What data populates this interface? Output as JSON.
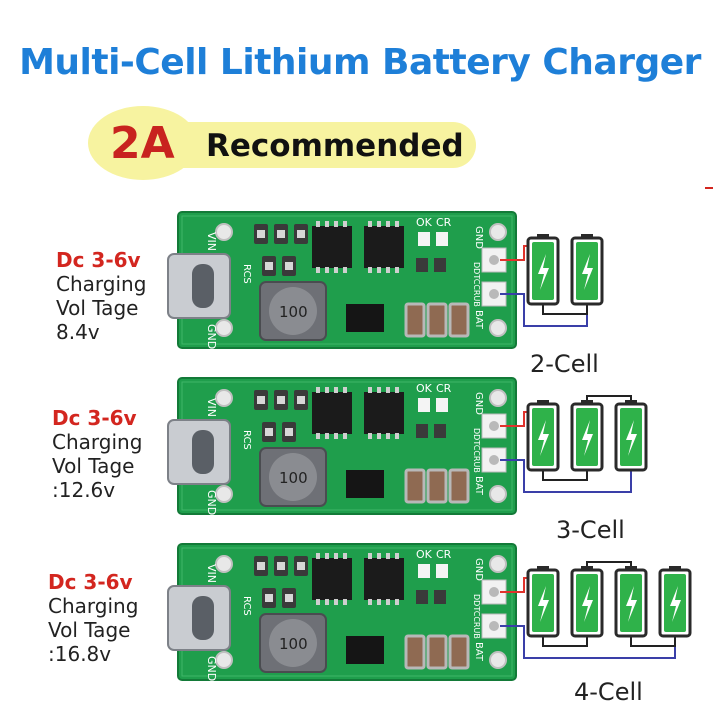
{
  "title": "Multi-Cell Lithium Battery Charger",
  "badge": {
    "current": "2A",
    "label": "Recommended"
  },
  "colors": {
    "title": "#1e7fd8",
    "accent_red": "#d3261f",
    "pcb": "#1f9e4c",
    "battery": "#2fb24a",
    "badge_bg": "#f7f3a0"
  },
  "board_text": {
    "vin": "VIN",
    "gnd": "GND",
    "bat": "BAT",
    "ok": "OK",
    "cr": "CR",
    "rcs": "RCS",
    "inductor": "100",
    "chip": "DDTCCRUB"
  },
  "boards": [
    {
      "spec": {
        "input": "Dc 3-6v",
        "line1": "Charging",
        "line2": "Vol Tage",
        "voltage": "8.4v"
      },
      "cells": 2,
      "cell_label": "2-Cell"
    },
    {
      "spec": {
        "input": "Dc 3-6v",
        "line1": "Charging",
        "line2": "Vol Tage",
        "voltage": ":12.6v"
      },
      "cells": 3,
      "cell_label": "3-Cell"
    },
    {
      "spec": {
        "input": "Dc 3-6v",
        "line1": "Charging",
        "line2": "Vol Tage",
        "voltage": ":16.8v"
      },
      "cells": 4,
      "cell_label": "4-Cell"
    }
  ]
}
